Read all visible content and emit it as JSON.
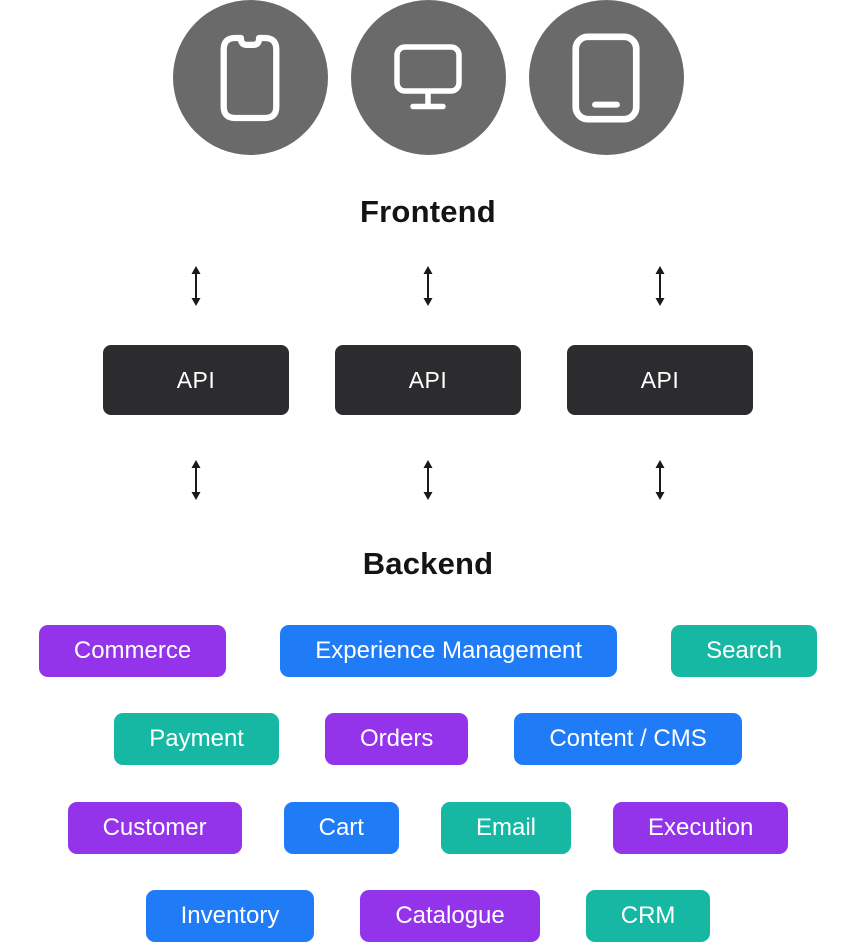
{
  "colors": {
    "purple": "#9333EA",
    "blue": "#207CF6",
    "teal": "#16B8A4",
    "api_bg": "#2C2C2E",
    "device_circle": "#6A6A6A",
    "title_text": "#141414",
    "badge_text": "#FFFFFF",
    "arrow": "#1A1A1A"
  },
  "frontend": {
    "label": "Frontend",
    "devices": [
      {
        "icon": "smartphone-icon"
      },
      {
        "icon": "desktop-icon"
      },
      {
        "icon": "tablet-icon"
      }
    ]
  },
  "api_layer": {
    "boxes": [
      {
        "label": "API"
      },
      {
        "label": "API"
      },
      {
        "label": "API"
      }
    ]
  },
  "backend": {
    "label": "Backend",
    "service_rows": [
      [
        {
          "label": "Commerce",
          "color": "purple"
        },
        {
          "label": "Experience Management",
          "color": "blue"
        },
        {
          "label": "Search",
          "color": "teal"
        }
      ],
      [
        {
          "label": "Payment",
          "color": "teal"
        },
        {
          "label": "Orders",
          "color": "purple"
        },
        {
          "label": "Content / CMS",
          "color": "blue"
        }
      ],
      [
        {
          "label": "Customer",
          "color": "purple"
        },
        {
          "label": "Cart",
          "color": "blue"
        },
        {
          "label": "Email",
          "color": "teal"
        },
        {
          "label": "Execution",
          "color": "purple"
        }
      ],
      [
        {
          "label": "Inventory",
          "color": "blue"
        },
        {
          "label": "Catalogue",
          "color": "purple"
        },
        {
          "label": "CRM",
          "color": "teal"
        }
      ]
    ]
  }
}
